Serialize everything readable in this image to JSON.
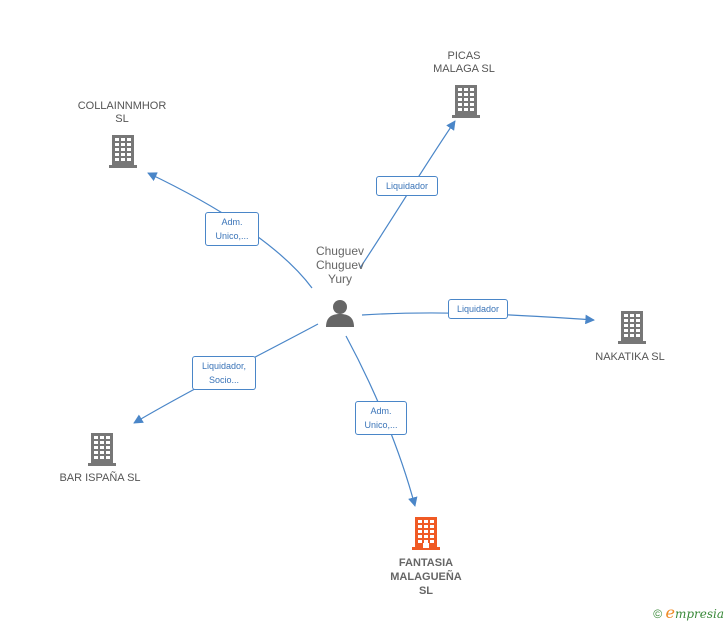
{
  "colors": {
    "edge": "#4a86c8",
    "building": "#777777",
    "building_highlight": "#f05a24",
    "person": "#666666"
  },
  "center": {
    "label": "Chuguev\nChuguev\nYury",
    "icon": "person-icon"
  },
  "companies": [
    {
      "id": "collainnmhor",
      "label": "COLLAINNMHOR\nSL",
      "icon": "building-icon",
      "highlight": false
    },
    {
      "id": "picas",
      "label": "PICAS\nMALAGA SL",
      "icon": "building-icon",
      "highlight": false
    },
    {
      "id": "nakatika",
      "label": "NAKATIKA SL",
      "icon": "building-icon",
      "highlight": false
    },
    {
      "id": "bar-ispana",
      "label": "BAR ISPAÑA SL",
      "icon": "building-icon",
      "highlight": false
    },
    {
      "id": "fantasia",
      "label": "FANTASIA\nMALAGUEÑA\nSL",
      "icon": "building-icon",
      "highlight": true
    }
  ],
  "relations": [
    {
      "to": "collainnmhor",
      "label": "Adm.\nUnico,..."
    },
    {
      "to": "picas",
      "label": "Liquidador"
    },
    {
      "to": "nakatika",
      "label": "Liquidador"
    },
    {
      "to": "bar-ispana",
      "label": "Liquidador,\nSocio..."
    },
    {
      "to": "fantasia",
      "label": "Adm.\nUnico,..."
    }
  ],
  "footer": {
    "copyright": "©",
    "brand_initial": "e",
    "brand_rest": "mpresia"
  }
}
